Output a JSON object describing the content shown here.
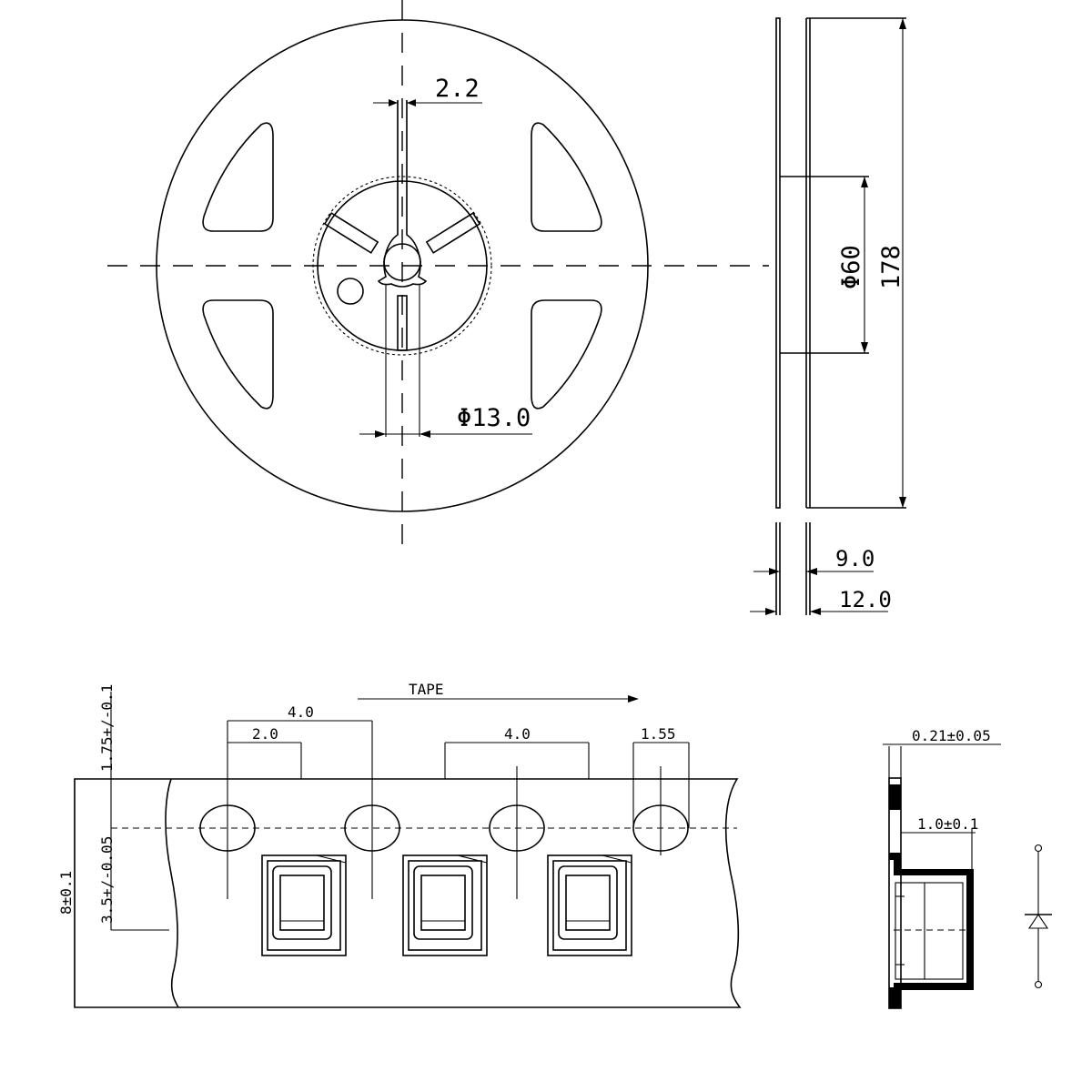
{
  "reel": {
    "spindle_slot_width": "2.2",
    "hub_bore_diameter": "Φ13.0",
    "hub_diameter": "Φ60",
    "reel_diameter": "178",
    "inner_width": "9.0",
    "outer_width": "12.0"
  },
  "tape": {
    "direction_label": "TAPE",
    "sprocket_pitch": "4.0",
    "hole_to_pocket": "2.0",
    "pocket_pitch": "4.0",
    "hole_diameter": "1.55",
    "edge_to_hole": "1.75+/-0.1",
    "hole_row_to_pocket": "3.5+/-0.05",
    "tape_width": "8±0.1"
  },
  "section": {
    "tape_thickness": "0.21±0.05",
    "pocket_depth": "1.0±0.1"
  },
  "symbol": {
    "type": "diode"
  }
}
